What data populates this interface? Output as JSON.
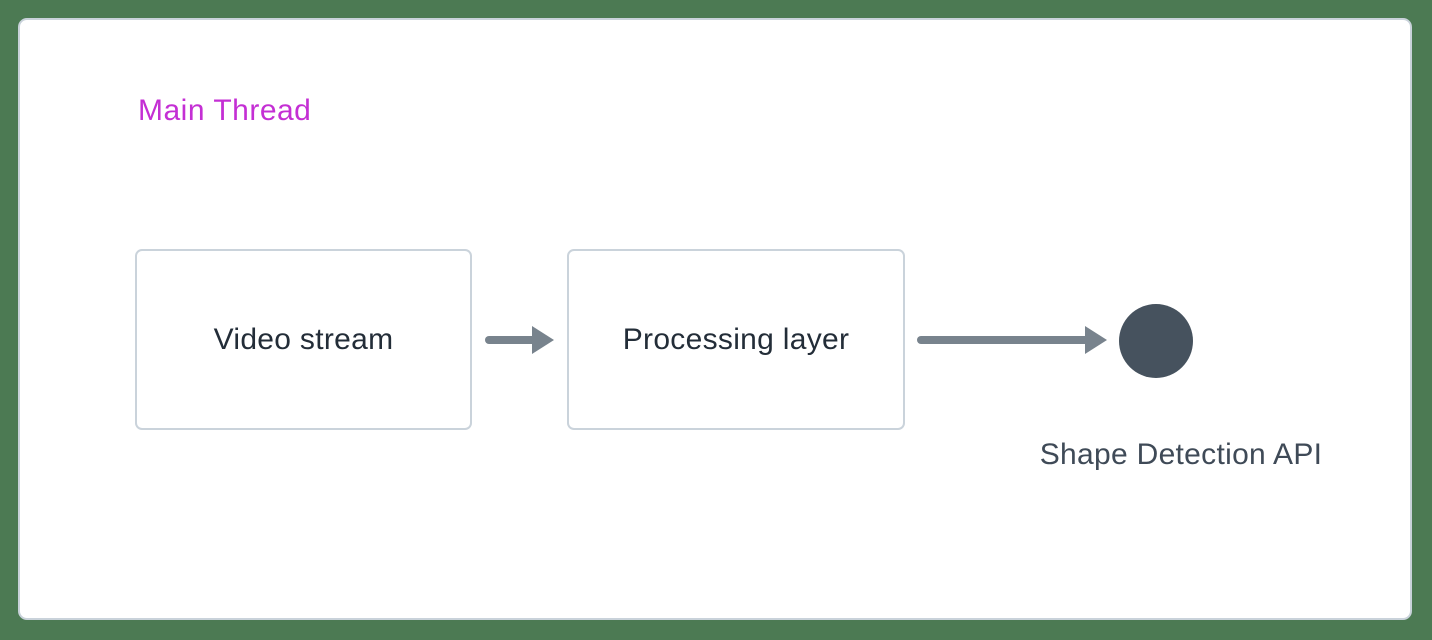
{
  "diagram": {
    "title": "Main Thread",
    "nodes": [
      {
        "id": "video-stream",
        "label": "Video stream",
        "shape": "rounded-box"
      },
      {
        "id": "processing-layer",
        "label": "Processing layer",
        "shape": "rounded-box"
      },
      {
        "id": "shape-detection-api",
        "label": "Shape Detection API",
        "shape": "filled-circle"
      }
    ],
    "edges": [
      {
        "from": "video-stream",
        "to": "processing-layer",
        "style": "arrow-right"
      },
      {
        "from": "processing-layer",
        "to": "shape-detection-api",
        "style": "arrow-right"
      }
    ],
    "colors": {
      "page_background": "#4c7a53",
      "card_background": "#ffffff",
      "card_border": "#c9d2da",
      "box_border": "#cad3db",
      "box_text": "#232d38",
      "arrow": "#78838d",
      "circle_fill": "#46525e",
      "title_text": "#c42fd4",
      "api_label_text": "#3f4a57"
    }
  }
}
